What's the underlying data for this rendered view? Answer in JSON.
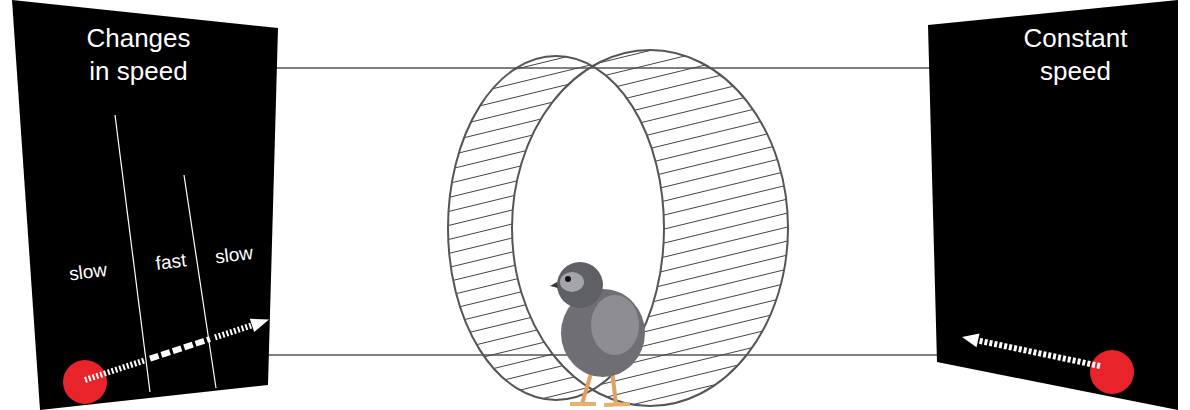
{
  "diagram": {
    "nodes": [
      {
        "text": [
          "Changes in speed",
          "slow",
          "fast",
          "slow"
        ]
      },
      {
        "text": [
          "Constant speed"
        ]
      }
    ]
  }
}
